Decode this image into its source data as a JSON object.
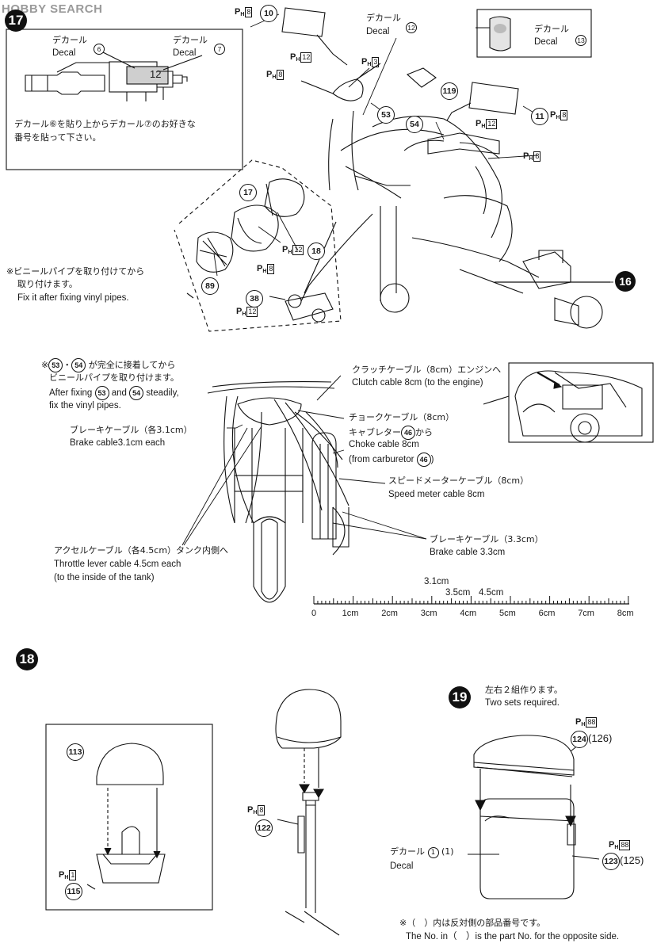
{
  "watermark": {
    "text": "HOBBY SEARCH"
  },
  "step17": {
    "number": "17",
    "inset_decal6": {
      "jp": "デカール",
      "en": "Decal",
      "num": "6"
    },
    "inset_decal7": {
      "jp": "デカール",
      "en": "Decal",
      "num": "7"
    },
    "inset_decal_value": "12",
    "inset_note": [
      "デカール⑥を貼り上からデカール⑦のお好きな",
      "番号を貼って下さい。"
    ],
    "decal12": {
      "jp": "デカール",
      "en": "Decal",
      "num": "12"
    },
    "decal13": {
      "jp": "デカール",
      "en": "Decal",
      "num": "13"
    },
    "vinyl_note": [
      "※ビニールパイプを取り付けてから",
      "取り付けます。",
      "Fix it after fixing vinyl pipes."
    ],
    "parts": [
      "10",
      "11",
      "53",
      "54",
      "119",
      "17",
      "18",
      "89",
      "38",
      "16"
    ],
    "ph_labels": [
      "8",
      "12",
      "3",
      "8",
      "12",
      "8",
      "12",
      "8",
      "12",
      "8"
    ]
  },
  "cables": {
    "note_jp_mid": "が完全に接着してから",
    "note_jp2": "ビニールパイプを取り付けます。",
    "note_en_a": "After fixing",
    "note_en_and": "and",
    "note_en_b": "steadily,",
    "note_en2": "fix the vinyl pipes.",
    "note_p1": "53",
    "note_p2": "54",
    "clutch_jp": "クラッチケーブル（8cm）エンジンへ",
    "clutch_en": "Clutch cable 8cm (to the engine)",
    "choke_jp1": "チョークケーブル（8cm）",
    "choke_jp2a": "キャブレター",
    "choke_jp2b": "から",
    "choke_en1": "Choke cable 8cm",
    "choke_en2a": "(from carburetor",
    "choke_en2b": ")",
    "choke_part": "46",
    "brake1_jp": "ブレーキケーブル（各3.1cm）",
    "brake1_en": "Brake cable3.1cm each",
    "speed_jp": "スピードメーターケーブル（8cm）",
    "speed_en": "Speed meter cable 8cm",
    "brake2_jp": "ブレーキケーブル（3.3cm）",
    "brake2_en": "Brake cable 3.3cm",
    "throttle_jp": "アクセルケーブル（各4.5cm）タンク内側へ",
    "throttle_en1": "Throttle lever cable 4.5cm each",
    "throttle_en2": "(to the inside of the tank)"
  },
  "ruler": {
    "marks": [
      "0",
      "1cm",
      "2cm",
      "3cm",
      "4cm",
      "5cm",
      "6cm",
      "7cm",
      "8cm"
    ],
    "ref1": "3.1cm",
    "ref2": "3.5cm",
    "ref3": "4.5cm"
  },
  "step18": {
    "number": "18",
    "parts": [
      "113",
      "115",
      "122"
    ],
    "ph": [
      "1",
      "8"
    ]
  },
  "step19": {
    "number": "19",
    "jp": "左右２組作ります。",
    "en": "Two sets required.",
    "decal_jp": "デカール",
    "decal_en": "Decal",
    "decal_num": "1",
    "decal_alt": "(1)",
    "part_a": "124",
    "part_a_alt": "(126)",
    "part_b": "123",
    "part_b_alt": "(125)",
    "ph": [
      "88",
      "88"
    ],
    "foot_jp": "※（　）内は反対側の部品番号です。",
    "foot_en": "The No. in（　）is the part No. for the opposite side."
  },
  "colors": {
    "ink": "#111111",
    "watermark": "#9a9a9a",
    "shade": "#cfcfcf"
  }
}
